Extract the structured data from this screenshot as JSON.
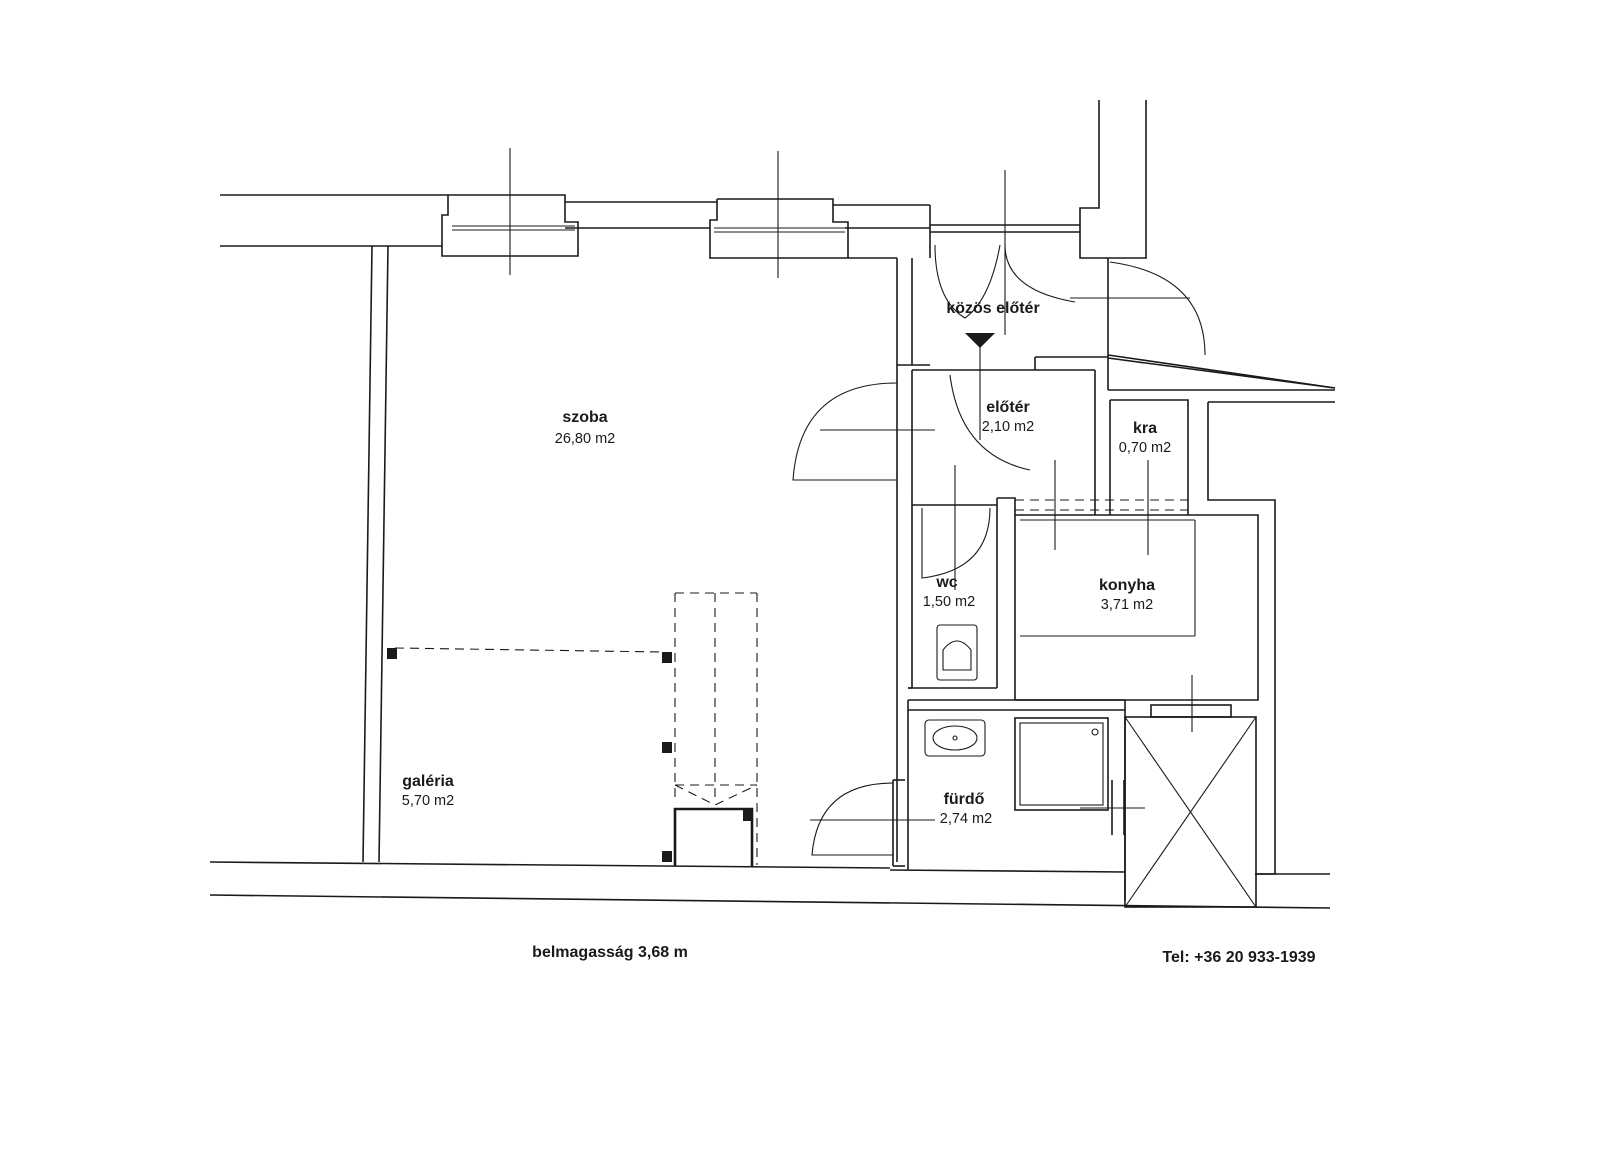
{
  "rooms": {
    "kozos_eloter": {
      "name": "közös előtér"
    },
    "szoba": {
      "name": "szoba",
      "area": "26,80 m2"
    },
    "eloter": {
      "name": "előtér",
      "area": "2,10 m2"
    },
    "kamra": {
      "name": "kra",
      "area": "0,70 m2"
    },
    "wc": {
      "name": "wc",
      "area": "1,50 m2"
    },
    "konyha": {
      "name": "konyha",
      "area": "3,71 m2"
    },
    "galeria": {
      "name": "galéria",
      "area": "5,70 m2"
    },
    "furdo": {
      "name": "fürdő",
      "area": "2,74 m2"
    }
  },
  "footer": {
    "ceiling_height": "belmagasság 3,68 m",
    "phone": "Tel: +36 20 933-1939"
  }
}
